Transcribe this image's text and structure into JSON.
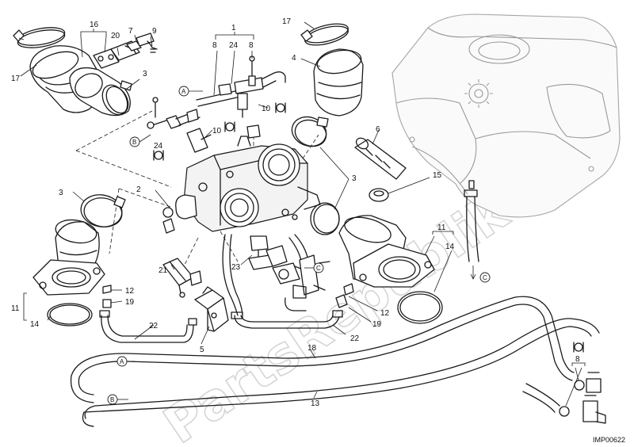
{
  "diagram": {
    "reference_code": "IMP00622",
    "watermark_text": "PartsRepublik",
    "callouts": {
      "c1": "1",
      "c2": "2",
      "c3a": "3",
      "c3b": "3",
      "c3c": "3",
      "c4": "4",
      "c5": "5",
      "c6": "6",
      "c7": "7",
      "c8a": "8",
      "c8b": "8",
      "c8c": "8",
      "c9": "9",
      "c10a": "10",
      "c10b": "10",
      "c11a": "11",
      "c11b": "11",
      "c12a": "12",
      "c12b": "12",
      "c13": "13",
      "c14a": "14",
      "c14b": "14",
      "c15": "15",
      "c16": "16",
      "c17a": "17",
      "c17b": "17",
      "c18": "18",
      "c19a": "19",
      "c19b": "19",
      "c20": "20",
      "c21": "21",
      "c22a": "22",
      "c22b": "22",
      "c23": "23",
      "c24a": "24",
      "c24b": "24"
    },
    "connectors": {
      "a1": "A",
      "a2": "A",
      "b1": "B",
      "b2": "B",
      "c1": "C",
      "c2": "C"
    }
  }
}
